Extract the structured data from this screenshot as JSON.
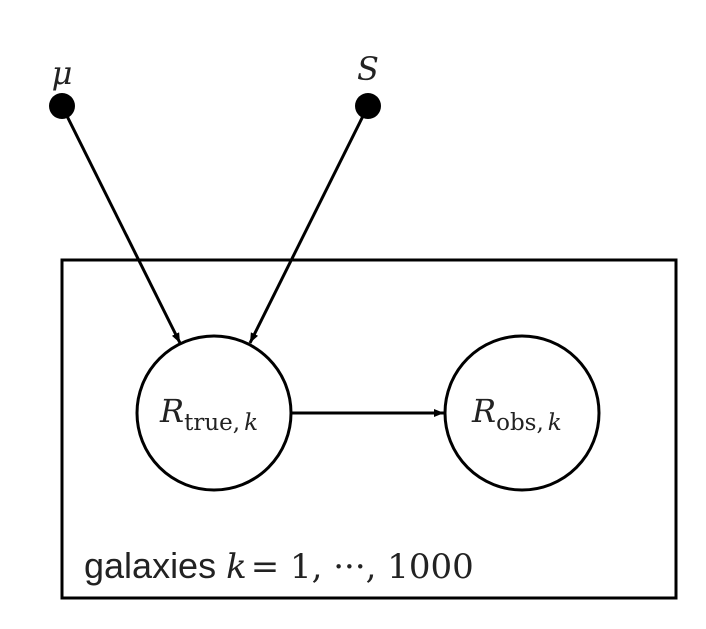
{
  "diagram": {
    "type": "probabilistic graphical model",
    "plate": {
      "label_word": "galaxies",
      "label_index_var": "k",
      "label_range": "= 1, ···, 1000"
    },
    "parameters": [
      {
        "id": "mu",
        "symbol": "μ"
      },
      {
        "id": "S",
        "symbol": "S"
      }
    ],
    "nodes": [
      {
        "id": "R_true",
        "symbol": "R",
        "subscript": "true,",
        "subscript_index": "k"
      },
      {
        "id": "R_obs",
        "symbol": "R",
        "subscript": "obs,",
        "subscript_index": "k"
      }
    ],
    "edges": [
      {
        "from": "mu",
        "to": "R_true"
      },
      {
        "from": "S",
        "to": "R_true"
      },
      {
        "from": "R_true",
        "to": "R_obs"
      }
    ],
    "colors": {
      "stroke": "#000000",
      "text": "#222222",
      "background": "#ffffff"
    }
  }
}
